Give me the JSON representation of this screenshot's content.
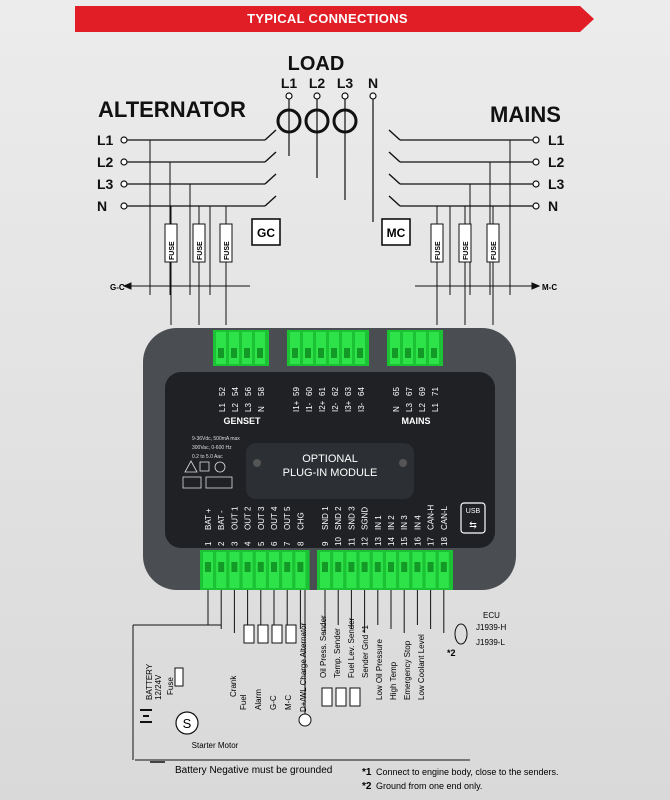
{
  "banner_title": "TYPICAL CONNECTIONS",
  "load": {
    "title": "LOAD",
    "phases": [
      "L1",
      "L2",
      "L3",
      "N"
    ]
  },
  "alternator": {
    "title": "ALTERNATOR",
    "lines": [
      "L1",
      "L2",
      "L3",
      "N"
    ]
  },
  "mains": {
    "title": "MAINS",
    "lines": [
      "L1",
      "L2",
      "L3",
      "N"
    ]
  },
  "fuse_label": "FUSE",
  "contactors": {
    "gc": "GC",
    "mc": "MC"
  },
  "gc_bus": "G-C",
  "mc_bus": "M-C",
  "genset": {
    "title": "GENSET",
    "terminals": [
      {
        "label": "L1",
        "num": "52"
      },
      {
        "label": "L2",
        "num": "54"
      },
      {
        "label": "L3",
        "num": "56"
      },
      {
        "label": "N",
        "num": "58"
      }
    ]
  },
  "current": {
    "terminals": [
      {
        "label": "I1+",
        "num": "59"
      },
      {
        "label": "I1-",
        "num": "60"
      },
      {
        "label": "I2+",
        "num": "61"
      },
      {
        "label": "I2-",
        "num": "62"
      },
      {
        "label": "I3+",
        "num": "63"
      },
      {
        "label": "I3-",
        "num": "64"
      }
    ]
  },
  "mains_terms": {
    "title": "MAINS",
    "terminals": [
      {
        "label": "N",
        "num": "65"
      },
      {
        "label": "L3",
        "num": "67"
      },
      {
        "label": "L2",
        "num": "69"
      },
      {
        "label": "L1",
        "num": "71"
      }
    ]
  },
  "rating": [
    "9-36Vdc, 500mA max",
    "300Vac, 0-600 Hz",
    "0.2 to 5.0 Aac"
  ],
  "module": {
    "line1": "OPTIONAL",
    "line2": "PLUG-IN MODULE"
  },
  "usb_label": "USB",
  "bottom_terminals": [
    {
      "label": "BAT +",
      "num": "1"
    },
    {
      "label": "BAT -",
      "num": "2"
    },
    {
      "label": "OUT 1",
      "num": "3"
    },
    {
      "label": "OUT 2",
      "num": "4"
    },
    {
      "label": "OUT 3",
      "num": "5"
    },
    {
      "label": "OUT 4",
      "num": "6"
    },
    {
      "label": "OUT 5",
      "num": "7"
    },
    {
      "label": "CHG",
      "num": "8"
    },
    {
      "label": "SND 1",
      "num": "9"
    },
    {
      "label": "SND 2",
      "num": "10"
    },
    {
      "label": "SND 3",
      "num": "11"
    },
    {
      "label": "SGND",
      "num": "12"
    },
    {
      "label": "IN 1",
      "num": "13"
    },
    {
      "label": "IN 2",
      "num": "14"
    },
    {
      "label": "IN 3",
      "num": "15"
    },
    {
      "label": "IN 4",
      "num": "16"
    },
    {
      "label": "CAN-H",
      "num": "17"
    },
    {
      "label": "CAN-L",
      "num": "18"
    }
  ],
  "ecu": {
    "title": "ECU",
    "h": "J1939-H",
    "l": "J1939-L",
    "mark": "*2"
  },
  "battery": {
    "title": "BATTERY",
    "voltage": "12/24V",
    "fuse": "Fuse"
  },
  "starter": {
    "symbol": "S",
    "label": "Starter Motor",
    "crank": "Crank"
  },
  "outputs": [
    "Fuel",
    "Alarm",
    "G-C",
    "M-C"
  ],
  "charge": "D+/WL Charge Alternator",
  "senders": [
    "Oil Press. Sender",
    "Temp. Sender",
    "Fuel Lev. Sender",
    "Sender Gnd *1"
  ],
  "inputs": [
    "Low Oil Pressure",
    "High Temp",
    "Emergency Stop",
    "Low Coolant Level"
  ],
  "footer": {
    "ground": "Battery Negative must be grounded",
    "note1_mark": "*1",
    "note1": "Connect to engine body, close to the senders.",
    "note2_mark": "*2",
    "note2": "Ground from one end only."
  },
  "colors": {
    "banner": "#e11d26",
    "terminal": "#22d13a",
    "unit": "#2c2f33"
  }
}
